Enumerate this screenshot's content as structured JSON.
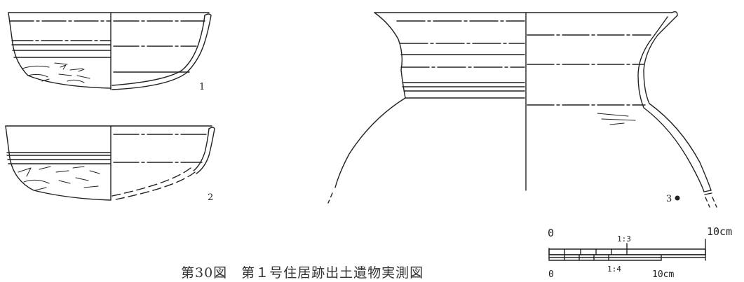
{
  "figure": {
    "caption": "第30図　第１号住居跡出土遺物実測図",
    "item_labels": [
      "1",
      "2",
      "3"
    ],
    "scale_bar": {
      "zero_top": "0",
      "ratio_top": "1:3",
      "max_top": "10cm",
      "zero_bottom": "0",
      "ratio_bottom": "1:4",
      "max_bottom": "10cm"
    }
  }
}
